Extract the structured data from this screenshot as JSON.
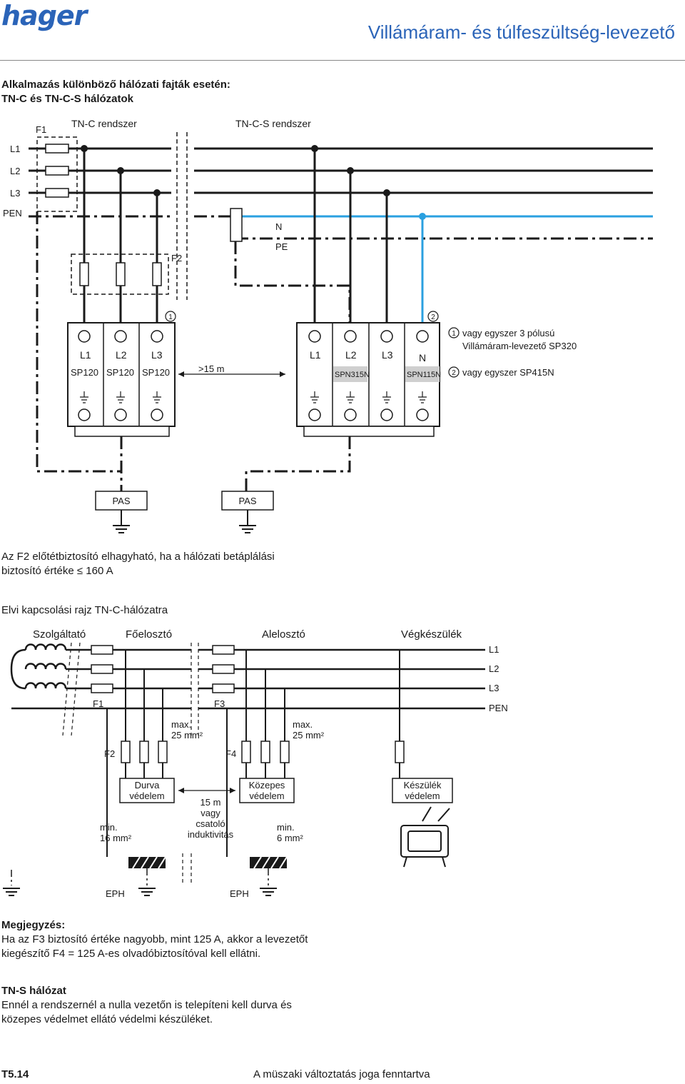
{
  "header": {
    "logo": "hager",
    "title": "Villámáram- és túlfeszültség-levezető"
  },
  "section1": {
    "heading_line1": "Alkalmazás különböző hálózati fajták esetén:",
    "heading_line2": "TN-C és TN-C-S hálózatok"
  },
  "diagram1": {
    "f1": "F1",
    "f2": "F2",
    "tnc": "TN-C rendszer",
    "tncs": "TN-C-S rendszer",
    "lines": [
      "L1",
      "L2",
      "L3",
      "PEN"
    ],
    "n": "N",
    "pe": "PE",
    "marker1": "①",
    "marker2": "②",
    "left_poles": [
      "L1",
      "L2",
      "L3"
    ],
    "left_types": [
      "SP120",
      "SP120",
      "SP120"
    ],
    "distance": ">15 m",
    "right_poles": [
      "L1",
      "L2",
      "L3",
      "N"
    ],
    "spn315": "SPN315N",
    "spn115": "SPN115N",
    "legend1a": "vagy egyszer 3 pólusú",
    "legend1b": "Villámáram-levezető SP320",
    "legend2": "vagy egyszer SP415N",
    "pas": "PAS"
  },
  "note1": {
    "line1": "Az F2 előtétbiztosító elhagyható, ha a hálózati betáplálási",
    "line2": "biztosító értéke ≤ 160 A"
  },
  "section2": {
    "heading": "Elvi kapcsolási rajz TN-C-hálózatra"
  },
  "diagram2": {
    "szolg": "Szolgáltató",
    "foeloszto": "Főelosztó",
    "aleloszto": "Alelosztó",
    "vegk": "Végkészülék",
    "lines": [
      "L1",
      "L2",
      "L3",
      "PEN"
    ],
    "f1": "F1",
    "f2": "F2",
    "f3": "F3",
    "f4": "F4",
    "max1a": "max.",
    "max1b": "25 mm²",
    "max2a": "max.",
    "max2b": "25 mm²",
    "durva_a": "Durva",
    "durva_b": "védelem",
    "kozepes_a": "Közepes",
    "kozepes_b": "védelem",
    "kesz_a": "Készülék",
    "kesz_b": "védelem",
    "dist_a": "15 m",
    "dist_b": "vagy",
    "dist_c": "csatoló",
    "dist_d": "induktivitás",
    "min1a": "min.",
    "min1b": "16 mm²",
    "min2a": "min.",
    "min2b": "6 mm²",
    "eph": "EPH"
  },
  "note2": {
    "heading": "Megjegyzés:",
    "line1": "Ha az F3 biztosító értéke nagyobb, mint 125 A, akkor a levezetőt",
    "line2": "kiegészítő F4 = 125 A-es olvadóbiztosítóval kell ellátni."
  },
  "note3": {
    "heading": "TN-S hálózat",
    "line1": "Ennél a rendszernél a nulla vezetőn is telepíteni kell durva és",
    "line2": "közepes védelmet ellátó védelmi készüléket."
  },
  "footer": {
    "code": "T5.14",
    "right": "A müszaki változtatás joga fenntartva"
  },
  "colors": {
    "brand_blue": "#2b64b8",
    "n_line_blue": "#2aa0e0",
    "text": "#1a1a1a"
  }
}
